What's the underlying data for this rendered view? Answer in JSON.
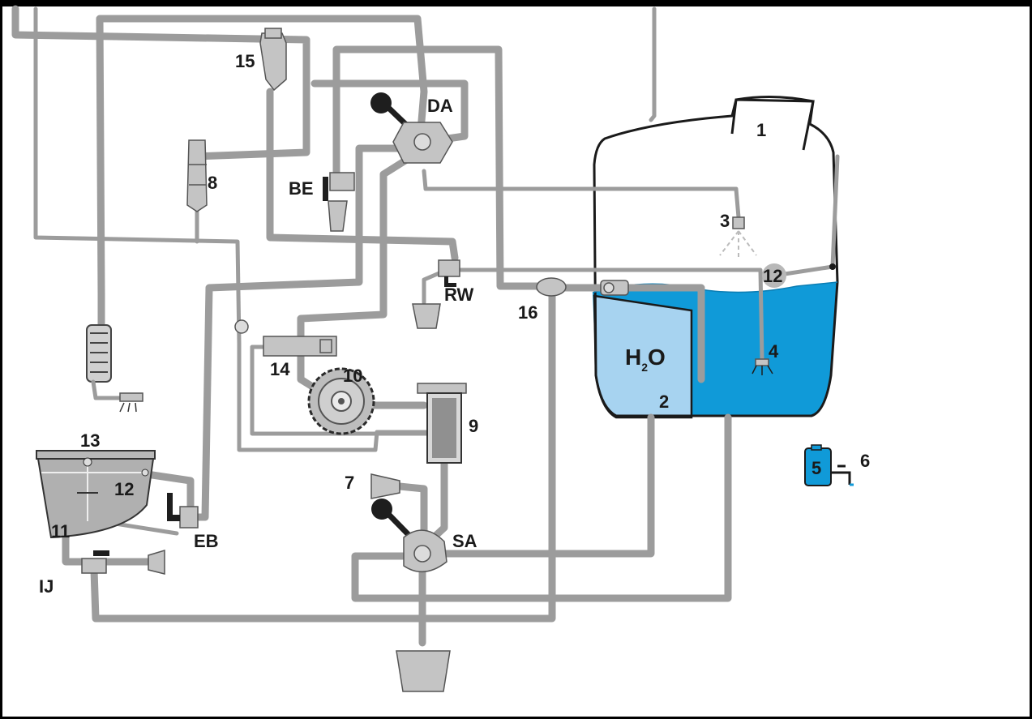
{
  "labels": {
    "l1": "1",
    "l2": "2",
    "l3": "3",
    "l4": "4",
    "l5": "5",
    "l6": "6",
    "l7": "7",
    "l8": "8",
    "l9": "9",
    "l10": "10",
    "l11": "11",
    "l12_tank": "12",
    "l12_small": "12",
    "l13": "13",
    "l14": "14",
    "l15": "15",
    "l16": "16",
    "da": "DA",
    "be": "BE",
    "rw": "RW",
    "eb": "EB",
    "sa": "SA",
    "ij": "IJ",
    "h2o_main": "H",
    "h2o_sub": "2",
    "h2o_end": "O"
  },
  "colors": {
    "pipe": "#9c9c9c",
    "tank_water": "#109ad8",
    "rinse_water": "#a7d3f0",
    "outline": "#1a1a1a",
    "component": "#c4c4c4"
  }
}
